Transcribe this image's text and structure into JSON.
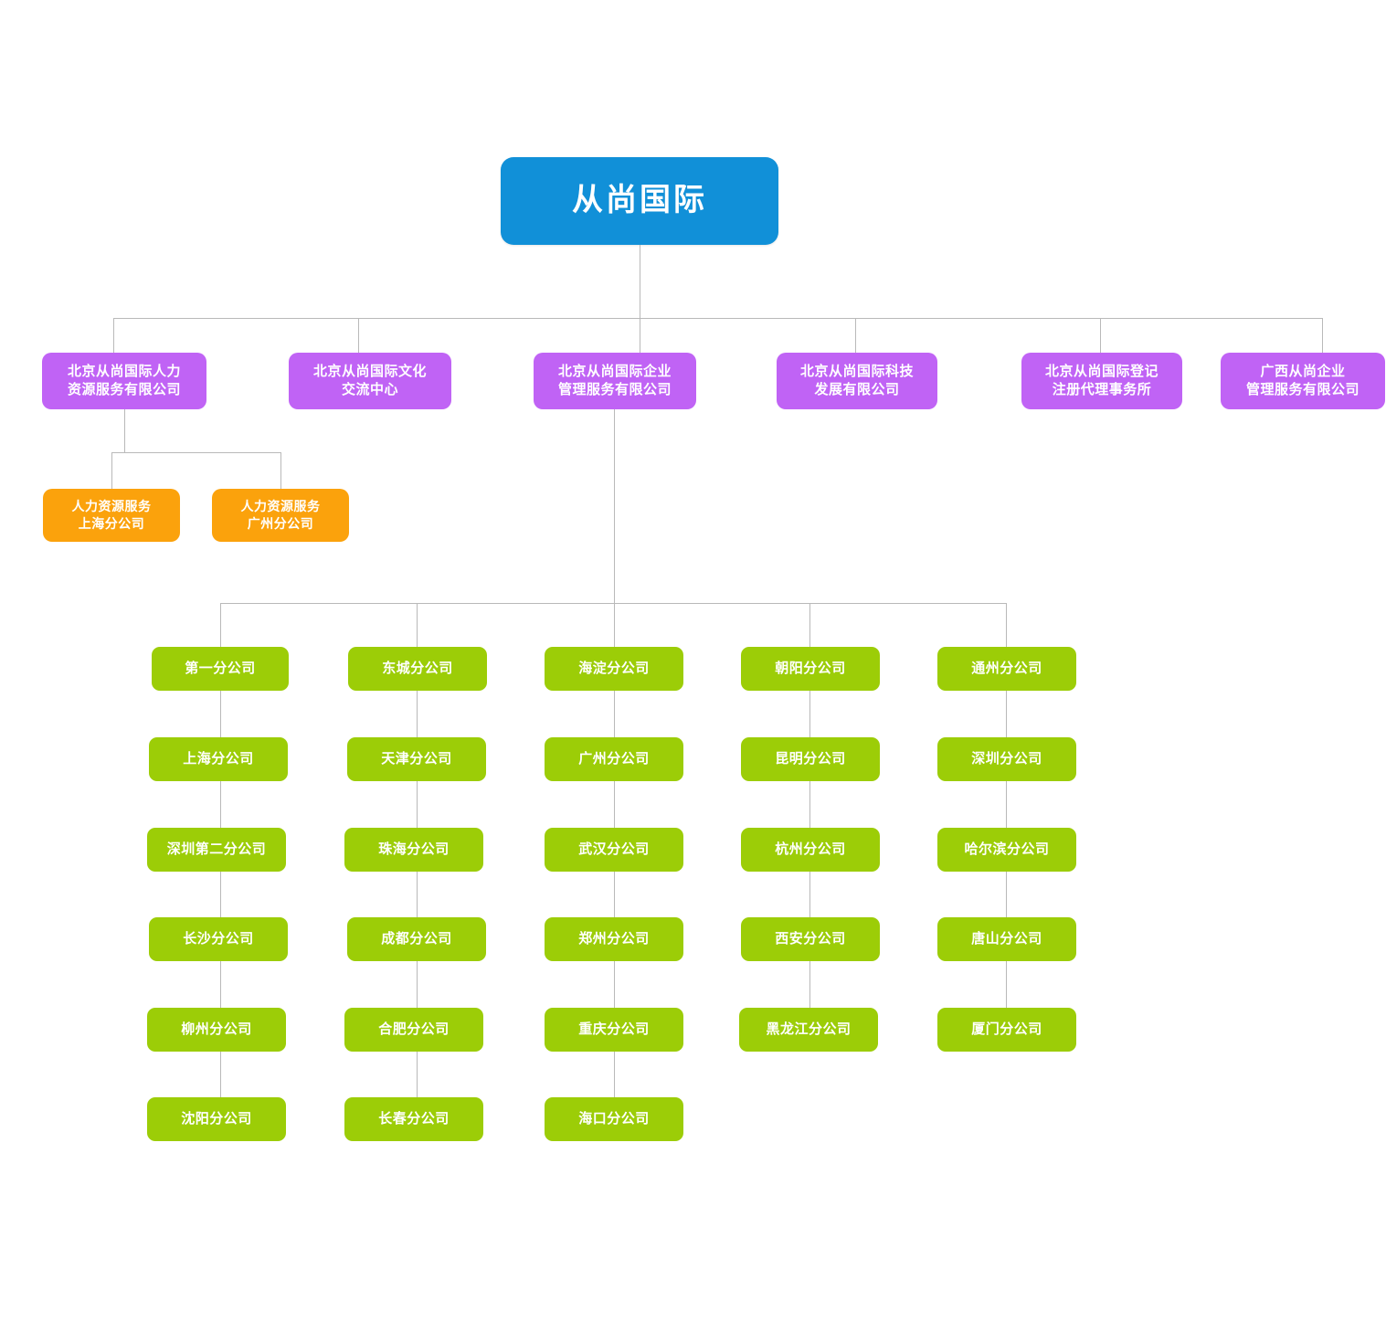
{
  "chart_type": "organization-chart",
  "root": {
    "label": "从尚国际",
    "color": "#1190d8"
  },
  "colors": {
    "root": "#1190d8",
    "level2": "#c063f5",
    "level3": "#fba20c",
    "branch": "#9ccd07",
    "connector": "#b9b9b9",
    "background": "#ffffff",
    "text": "#ffffff"
  },
  "level2": [
    {
      "label": "北京从尚国际人力\n资源服务有限公司"
    },
    {
      "label": "北京从尚国际文化\n交流中心"
    },
    {
      "label": "北京从尚国际企业\n管理服务有限公司"
    },
    {
      "label": "北京从尚国际科技\n发展有限公司"
    },
    {
      "label": "北京从尚国际登记\n注册代理事务所"
    },
    {
      "label": "广西从尚企业\n管理服务有限公司"
    }
  ],
  "hr_branches": [
    {
      "label": "人力资源服务\n上海分公司"
    },
    {
      "label": "人力资源服务\n广州分公司"
    }
  ],
  "branch_columns": [
    {
      "items": [
        {
          "label": "第一分公司"
        },
        {
          "label": "上海分公司"
        },
        {
          "label": "深圳第二分公司"
        },
        {
          "label": "长沙分公司"
        },
        {
          "label": "柳州分公司"
        },
        {
          "label": "沈阳分公司"
        }
      ]
    },
    {
      "items": [
        {
          "label": "东城分公司"
        },
        {
          "label": "天津分公司"
        },
        {
          "label": "珠海分公司"
        },
        {
          "label": "成都分公司"
        },
        {
          "label": "合肥分公司"
        },
        {
          "label": "长春分公司"
        }
      ]
    },
    {
      "items": [
        {
          "label": "海淀分公司"
        },
        {
          "label": "广州分公司"
        },
        {
          "label": "武汉分公司"
        },
        {
          "label": "郑州分公司"
        },
        {
          "label": "重庆分公司"
        },
        {
          "label": "海口分公司"
        }
      ]
    },
    {
      "items": [
        {
          "label": "朝阳分公司"
        },
        {
          "label": "昆明分公司"
        },
        {
          "label": "杭州分公司"
        },
        {
          "label": "西安分公司"
        },
        {
          "label": "黑龙江分公司"
        }
      ]
    },
    {
      "items": [
        {
          "label": "通州分公司"
        },
        {
          "label": "深圳分公司"
        },
        {
          "label": "哈尔滨分公司"
        },
        {
          "label": "唐山分公司"
        },
        {
          "label": "厦门分公司"
        }
      ]
    }
  ]
}
